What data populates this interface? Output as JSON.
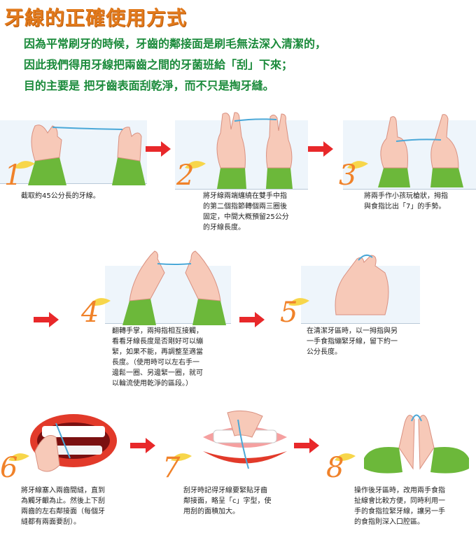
{
  "title": "牙線的正確使用方式",
  "intro": [
    "因為平常刷牙的時候，牙齒的鄰接面是刷毛無法深入清潔的，",
    "因此我們得用牙線把兩齒之間的牙菌班給「刮」下來；",
    "目的主要是 把牙齒表面刮乾淨，而不只是掏牙縫。"
  ],
  "steps": [
    {
      "num": "1",
      "lines": [
        "截取約45公分長的牙線。"
      ]
    },
    {
      "num": "2",
      "lines": [
        "將牙線兩端纏繞在雙手中指",
        "的第二個指節轉個兩三圈後",
        "固定，中間大概預留25公分",
        "的牙線長度。"
      ]
    },
    {
      "num": "3",
      "lines": [
        "將兩手作小孩玩槍狀，拇指",
        "與食指比出「7」的手勢。"
      ]
    },
    {
      "num": "4",
      "lines": [
        "翻轉手掌，兩拇指相互接觸，",
        "看看牙線長度是否剛好可以繃",
        "緊，如果不能，再調整至適當",
        "長度。（使用時可以左右手一",
        "邊鬆一圈、另邊緊一圈，就可",
        "以輪流使用乾淨的區段。）"
      ]
    },
    {
      "num": "5",
      "lines": [
        "在清潔牙區時，以一拇指與另",
        "一手食指繃緊牙線，留下約一",
        "公分長度。"
      ]
    },
    {
      "num": "6",
      "lines": [
        "將牙線塞入兩齒間縫，直到",
        "為觸牙齦為止。然後上下刮",
        "兩齒的左右鄰接面（每個牙",
        "縫都有兩面要刮）。"
      ]
    },
    {
      "num": "7",
      "lines": [
        "刮牙時記得牙線要緊貼牙齒",
        "鄰接面，略呈「c」字型，使",
        "用刮的面積加大。"
      ]
    },
    {
      "num": "8",
      "lines": [
        "操作後牙區時，改用兩手食指",
        "扯線會比較方便，同時利用一",
        "手的食指拉緊牙線，讓另一手",
        "的食指則深入口腔區。"
      ]
    }
  ],
  "colors": {
    "title": "#e27a1c",
    "intro": "#1a8a3a",
    "number": "#f0822a",
    "arrow": "#e8282a",
    "sleeve": "#6cb83a",
    "skin": "#f7c9b8",
    "floss": "#4aa8d8"
  }
}
